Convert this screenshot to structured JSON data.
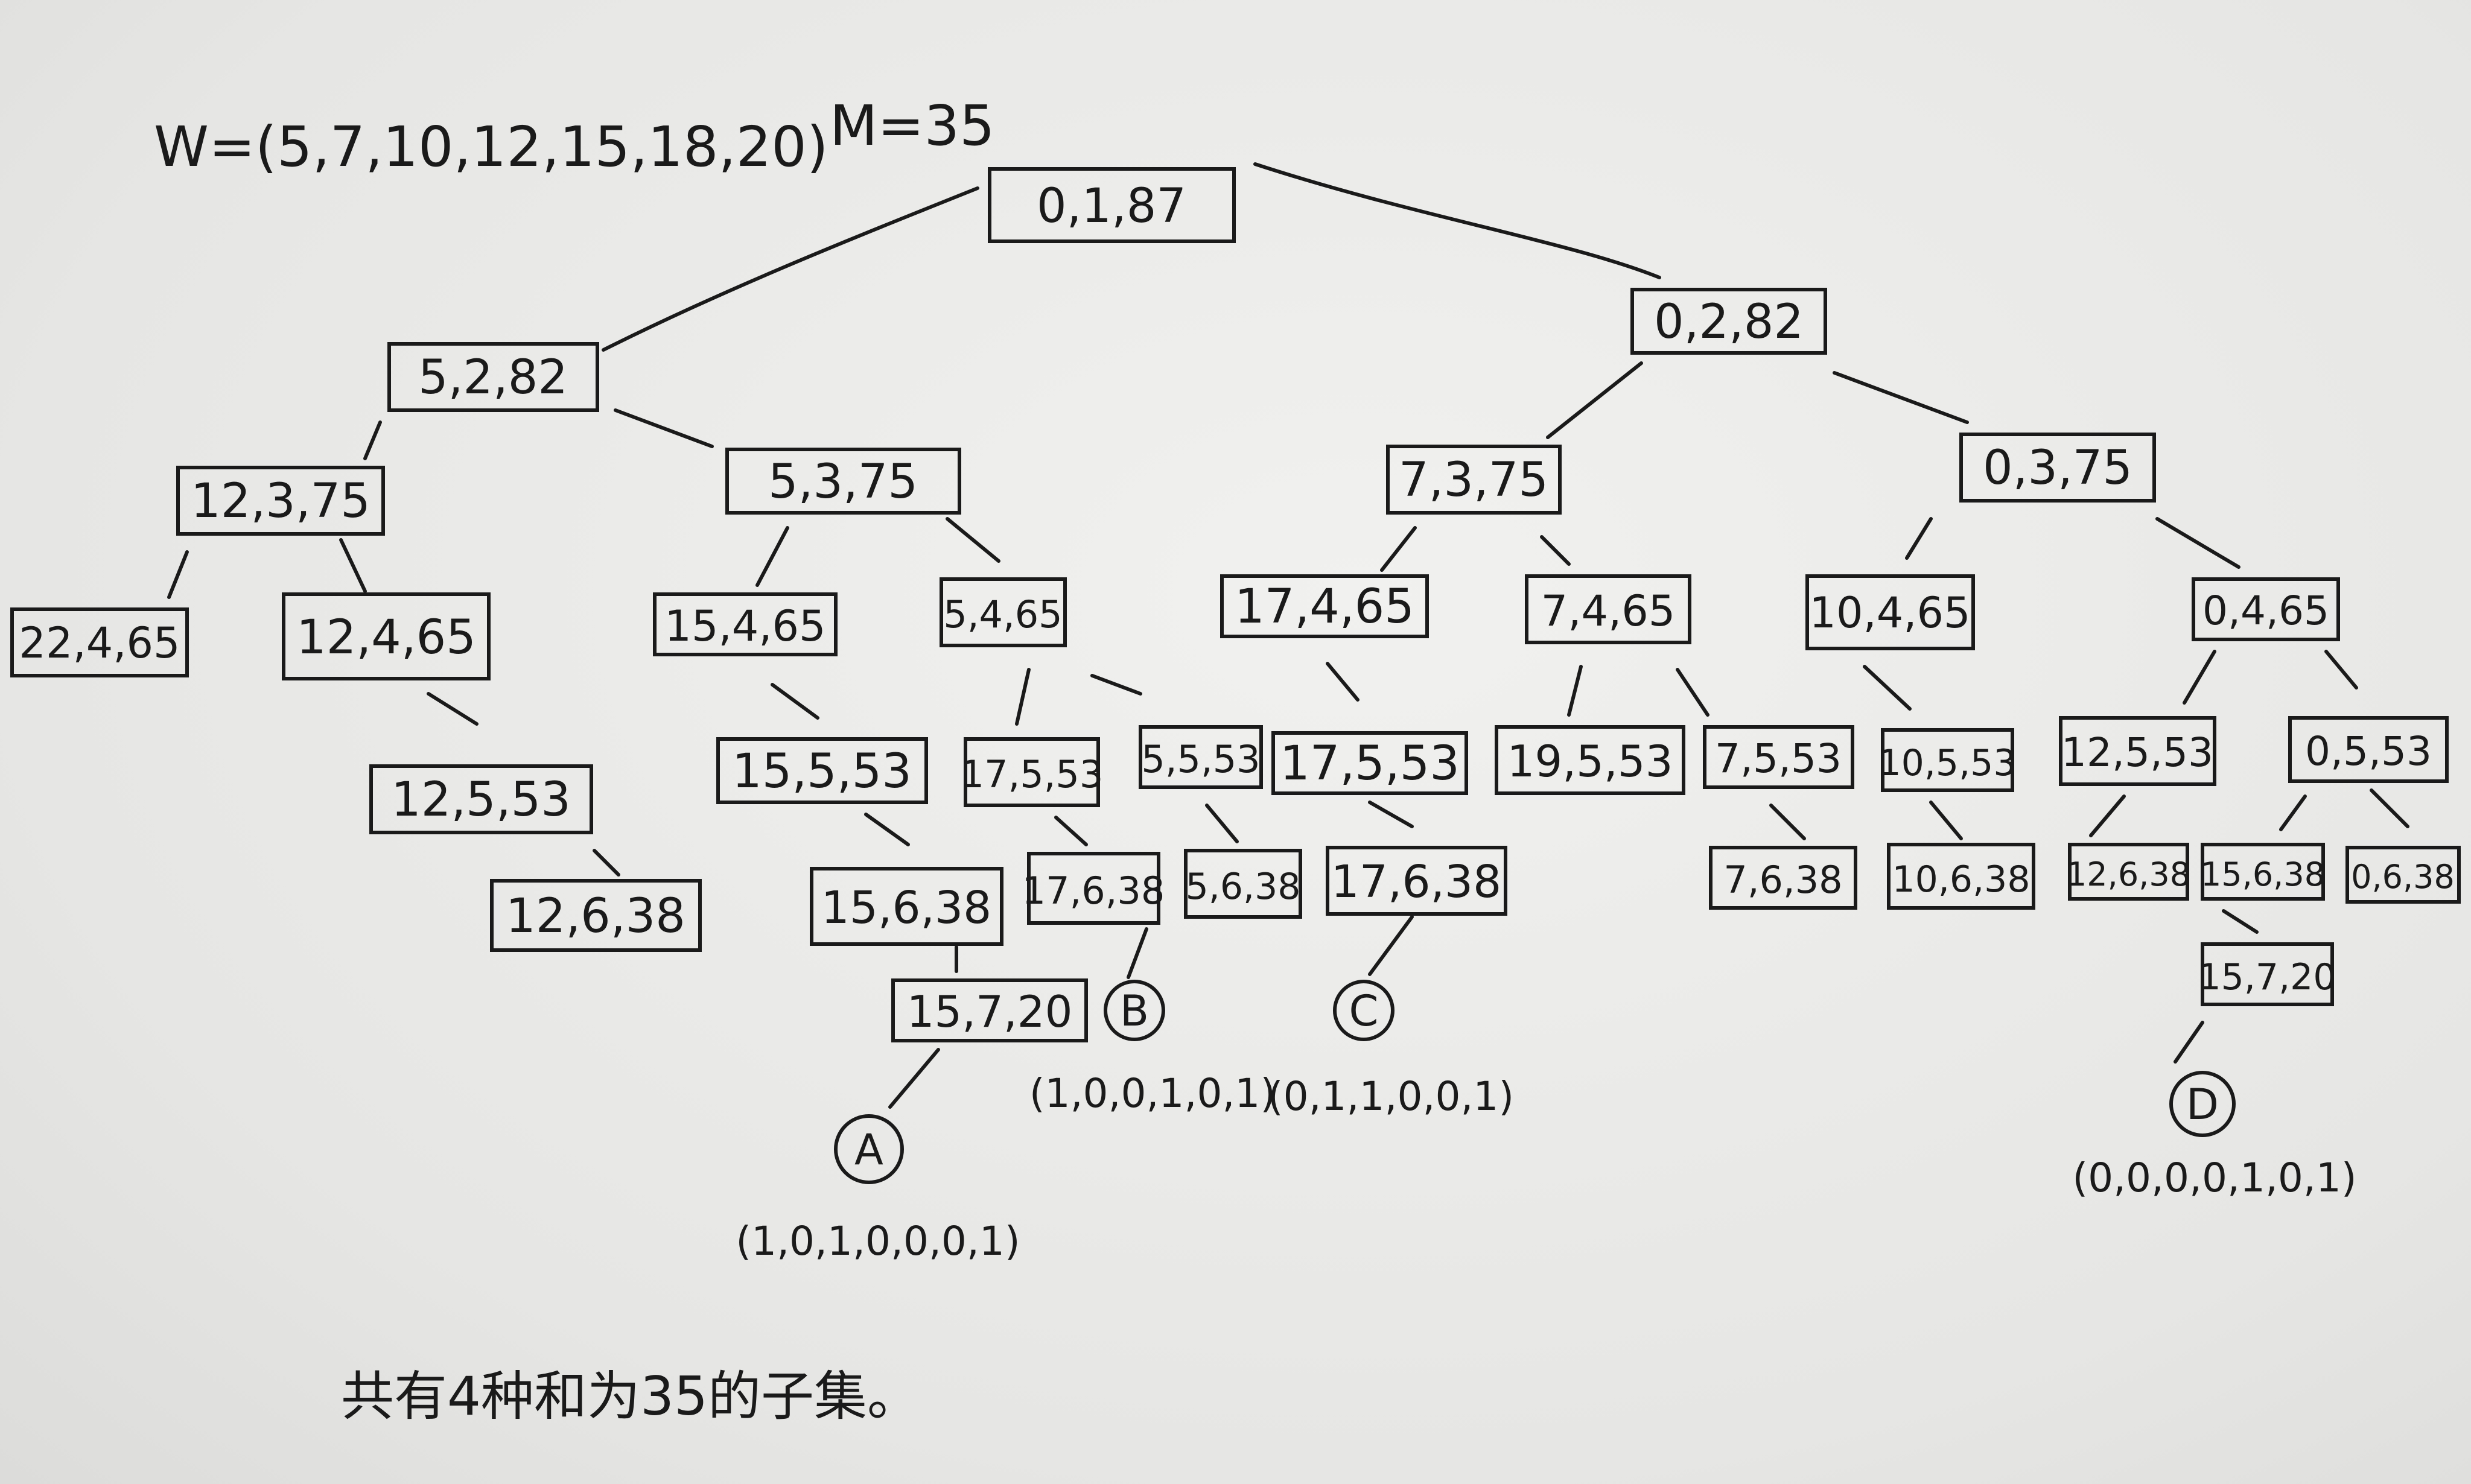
{
  "header": {
    "weights": "W=(5,7,10,12,15,18,20)",
    "capacity": "M=35"
  },
  "nodes": [
    {
      "id": "n_root",
      "label": "0,1,87"
    },
    {
      "id": "n_r",
      "label": "0,2,82"
    },
    {
      "id": "n_l",
      "label": "5,2,82"
    },
    {
      "id": "n_ll",
      "label": "12,3,75"
    },
    {
      "id": "n_lr",
      "label": "5,3,75"
    },
    {
      "id": "n_rl",
      "label": "7,3,75"
    },
    {
      "id": "n_rr",
      "label": "0,3,75"
    },
    {
      "id": "n_lll",
      "label": "22,4,65"
    },
    {
      "id": "n_llr",
      "label": "12,4,65"
    },
    {
      "id": "n_lrl",
      "label": "15,4,65"
    },
    {
      "id": "n_lrr",
      "label": "5,4,65"
    },
    {
      "id": "n_rll",
      "label": "17,4,65"
    },
    {
      "id": "n_rlr",
      "label": "7,4,65"
    },
    {
      "id": "n_rrl",
      "label": "10,4,65"
    },
    {
      "id": "n_rrr",
      "label": "0,4,65"
    },
    {
      "id": "n_llr_r",
      "label": "12,5,53"
    },
    {
      "id": "n_lrl_r",
      "label": "15,5,53"
    },
    {
      "id": "n_lrr_l",
      "label": "17,5,53"
    },
    {
      "id": "n_lrr_r",
      "label": "5,5,53"
    },
    {
      "id": "n_rll_r",
      "label": "17,5,53"
    },
    {
      "id": "n_rlr_l",
      "label": "19,5,53"
    },
    {
      "id": "n_rlr_r",
      "label": "7,5,53"
    },
    {
      "id": "n_rrl_r",
      "label": "10,5,53"
    },
    {
      "id": "n_rrr_l",
      "label": "12,5,53"
    },
    {
      "id": "n_rrr_r",
      "label": "0,5,53"
    },
    {
      "id": "n_a6",
      "label": "12,6,38"
    },
    {
      "id": "n_b6",
      "label": "15,6,38"
    },
    {
      "id": "n_c6",
      "label": "17,6,38"
    },
    {
      "id": "n_d6",
      "label": "5,6,38"
    },
    {
      "id": "n_e6",
      "label": "17,6,38"
    },
    {
      "id": "n_f6",
      "label": "7,6,38"
    },
    {
      "id": "n_g6",
      "label": "10,6,38"
    },
    {
      "id": "n_h6",
      "label": "12,6,38"
    },
    {
      "id": "n_i6",
      "label": "15,6,38"
    },
    {
      "id": "n_j6",
      "label": "0,6,38"
    },
    {
      "id": "n_b7",
      "label": "15,7,20"
    },
    {
      "id": "n_i7",
      "label": "15,7,20"
    }
  ],
  "solutions": [
    {
      "id": "s_a",
      "letter": "A",
      "vector": "(1,0,1,0,0,0,1)"
    },
    {
      "id": "s_b",
      "letter": "B",
      "vector": "(1,0,0,1,0,1)"
    },
    {
      "id": "s_c",
      "letter": "C",
      "vector": "(0,1,1,0,0,1)"
    },
    {
      "id": "s_d",
      "letter": "D",
      "vector": "(0,0,0,0,1,0,1)"
    }
  ],
  "footer": {
    "summary": "共有4种和为35的子集。"
  }
}
